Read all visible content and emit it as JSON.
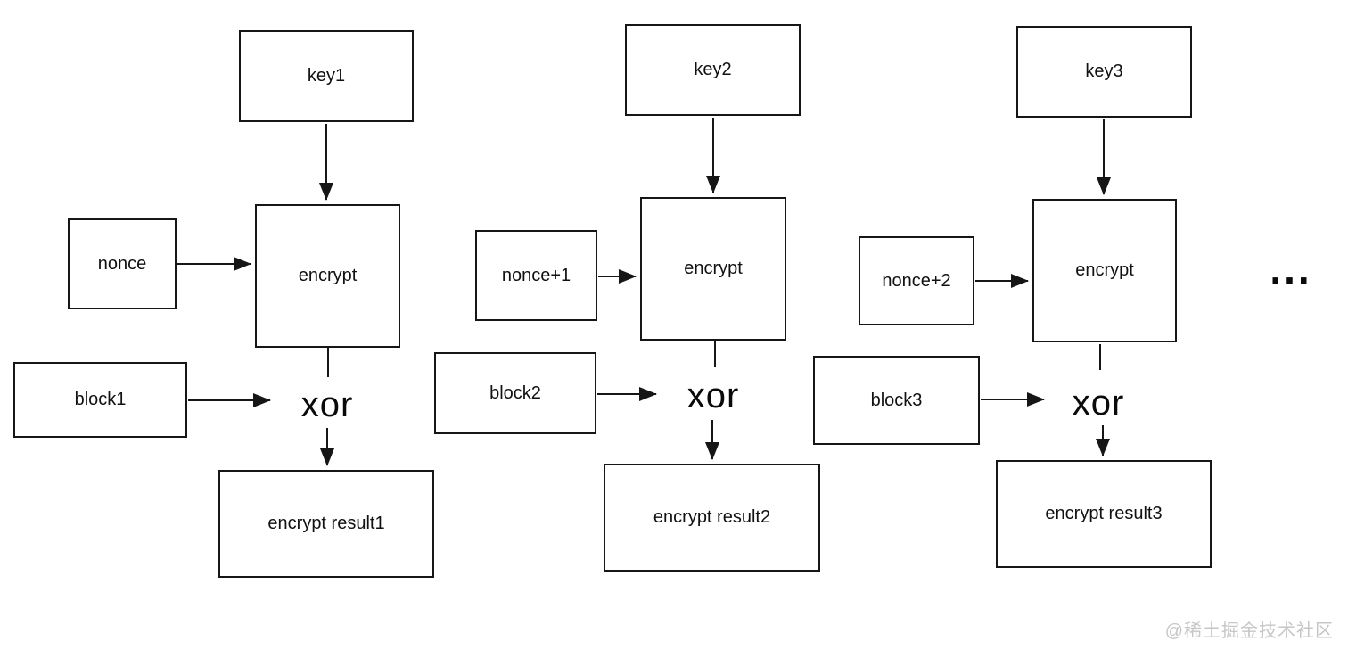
{
  "diagram": {
    "columns": [
      {
        "key_label": "key1",
        "nonce_label": "nonce",
        "encrypt_label": "encrypt",
        "block_label": "block1",
        "xor_label": "xor",
        "result_label": "encrypt result1"
      },
      {
        "key_label": "key2",
        "nonce_label": "nonce+1",
        "encrypt_label": "encrypt",
        "block_label": "block2",
        "xor_label": "xor",
        "result_label": "encrypt result2"
      },
      {
        "key_label": "key3",
        "nonce_label": "nonce+2",
        "encrypt_label": "encrypt",
        "block_label": "block3",
        "xor_label": "xor",
        "result_label": "encrypt result3"
      }
    ],
    "ellipsis": "...",
    "colors": {
      "line": "#161616",
      "background": "#ffffff",
      "watermark_gray": "#c6c6c6"
    }
  },
  "watermark": {
    "text": "@稀土掘金技术社区"
  }
}
